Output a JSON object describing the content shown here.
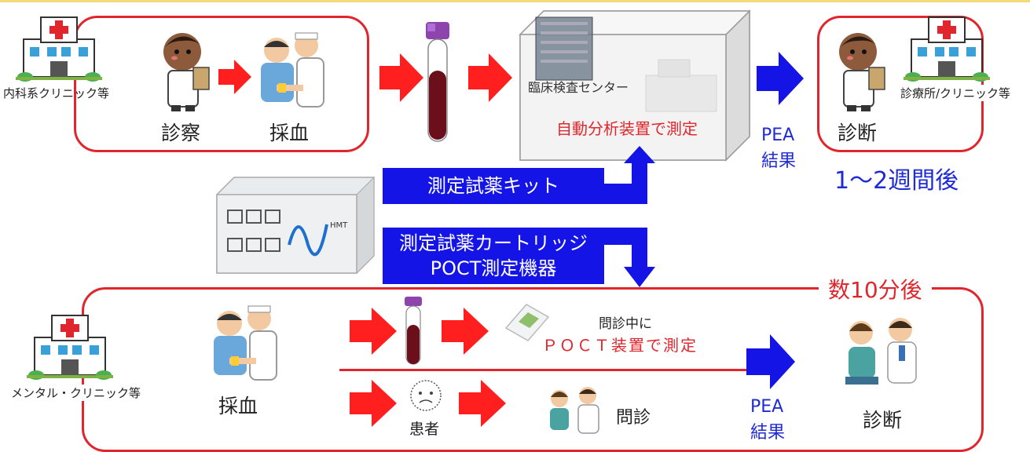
{
  "top_flow": {
    "clinic_label": "内科系クリニック等",
    "exam_label": "診察",
    "blood_label": "採血",
    "center_name": "臨床検査センター",
    "center_measure": "自動分析装置で測定",
    "result_label_1": "PEA",
    "result_label_2": "結果",
    "dest_clinic_label": "診療所/クリニック等",
    "diagnosis_label": "診断",
    "timing": "1～2週間後"
  },
  "middle": {
    "kit_label": "測定試薬キット",
    "cartridge_label_1": "測定試薬カートリッジ",
    "cartridge_label_2": "POCT測定機器",
    "device_brand": "HMT"
  },
  "bottom_flow": {
    "timing": "数10分後",
    "clinic_label": "メンタル・クリニック等",
    "blood_label": "採血",
    "during_interview": "問診中に",
    "poct_measure": "ＰＯＣＴ装置で測定",
    "patient_label": "患者",
    "interview_label": "問診",
    "result_label_1": "PEA",
    "result_label_2": "結果",
    "diagnosis_label": "診断"
  },
  "colors": {
    "frame_red": "#e0262c",
    "arrow_red": "#ff1f1f",
    "arrow_blue": "#1414e6",
    "text_blue": "#1f2bd6"
  }
}
